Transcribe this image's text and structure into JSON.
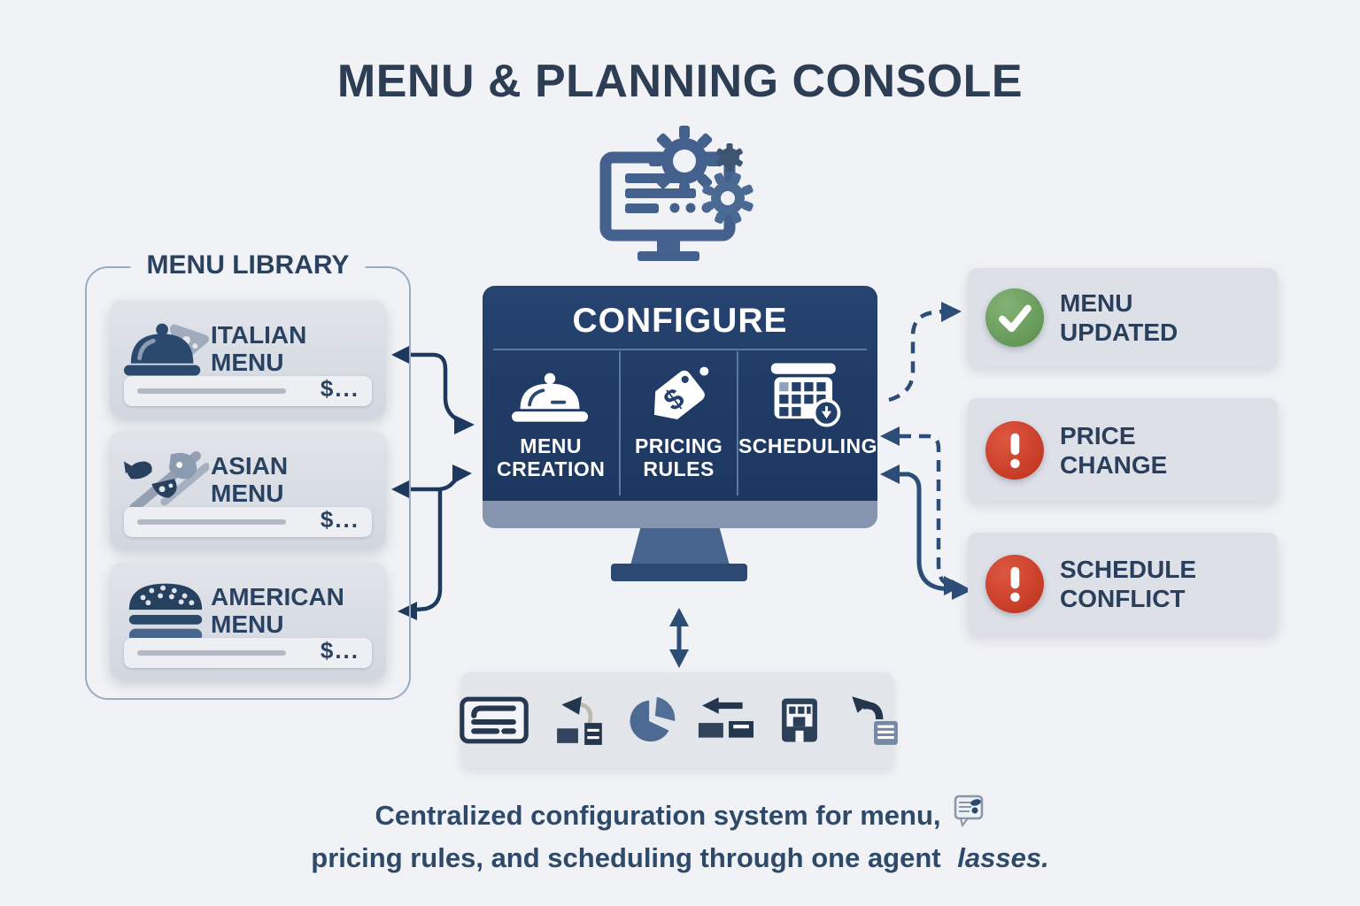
{
  "page_title": "MENU & PLANNING CONSOLE",
  "header_icon": "monitor-gears-icon",
  "menu_library": {
    "title": "MENU LIBRARY",
    "items": [
      {
        "line1": "ITALIAN",
        "line2": "MENU",
        "price": "$...",
        "icon": "cloche-pizza-icon"
      },
      {
        "line1": "ASIAN",
        "line2": "MENU",
        "price": "$...",
        "icon": "chopsticks-sushi-icon"
      },
      {
        "line1": "AMERICAN",
        "line2": "MENU",
        "price": "$...",
        "icon": "burger-icon"
      }
    ]
  },
  "console": {
    "title": "CONFIGURE",
    "sections": [
      {
        "line1": "MENU",
        "line2": "CREATION",
        "icon": "cloche-icon"
      },
      {
        "line1": "PRICING",
        "line2": "RULES",
        "icon": "price-tag-dollar-icon"
      },
      {
        "line1": "SCHEDULING",
        "line2": "",
        "icon": "calendar-clock-icon"
      }
    ]
  },
  "status_boxes": [
    {
      "line1": "MENU",
      "line2": "UPDATED",
      "icon": "check-circle-icon",
      "state": "success",
      "color": "#6ba061"
    },
    {
      "line1": "PRICE",
      "line2": "CHANGE",
      "icon": "alert-circle-icon",
      "state": "alert",
      "color": "#cc3e2b"
    },
    {
      "line1": "SCHEDULE",
      "line2": "CONFLICT",
      "icon": "alert-circle-icon",
      "state": "alert",
      "color": "#cc3e2b"
    }
  ],
  "toolbar": {
    "icons": [
      "form-card-icon",
      "undo-blocks-icon",
      "pie-chart-icon",
      "arrow-blocks-icon",
      "building-grid-icon",
      "redo-note-icon"
    ]
  },
  "caption": {
    "line1": "Centralized configuration system for menu,",
    "line1_icon": "note-icon",
    "line2": "pricing rules, and scheduling through one agent",
    "line2_italic": "lasses."
  },
  "colors": {
    "background": "#f1f2f5",
    "accent_navy": "#2c4563",
    "screen_navy": "#23406a",
    "success_green": "#6ba061",
    "alert_red": "#cc3e2b"
  }
}
